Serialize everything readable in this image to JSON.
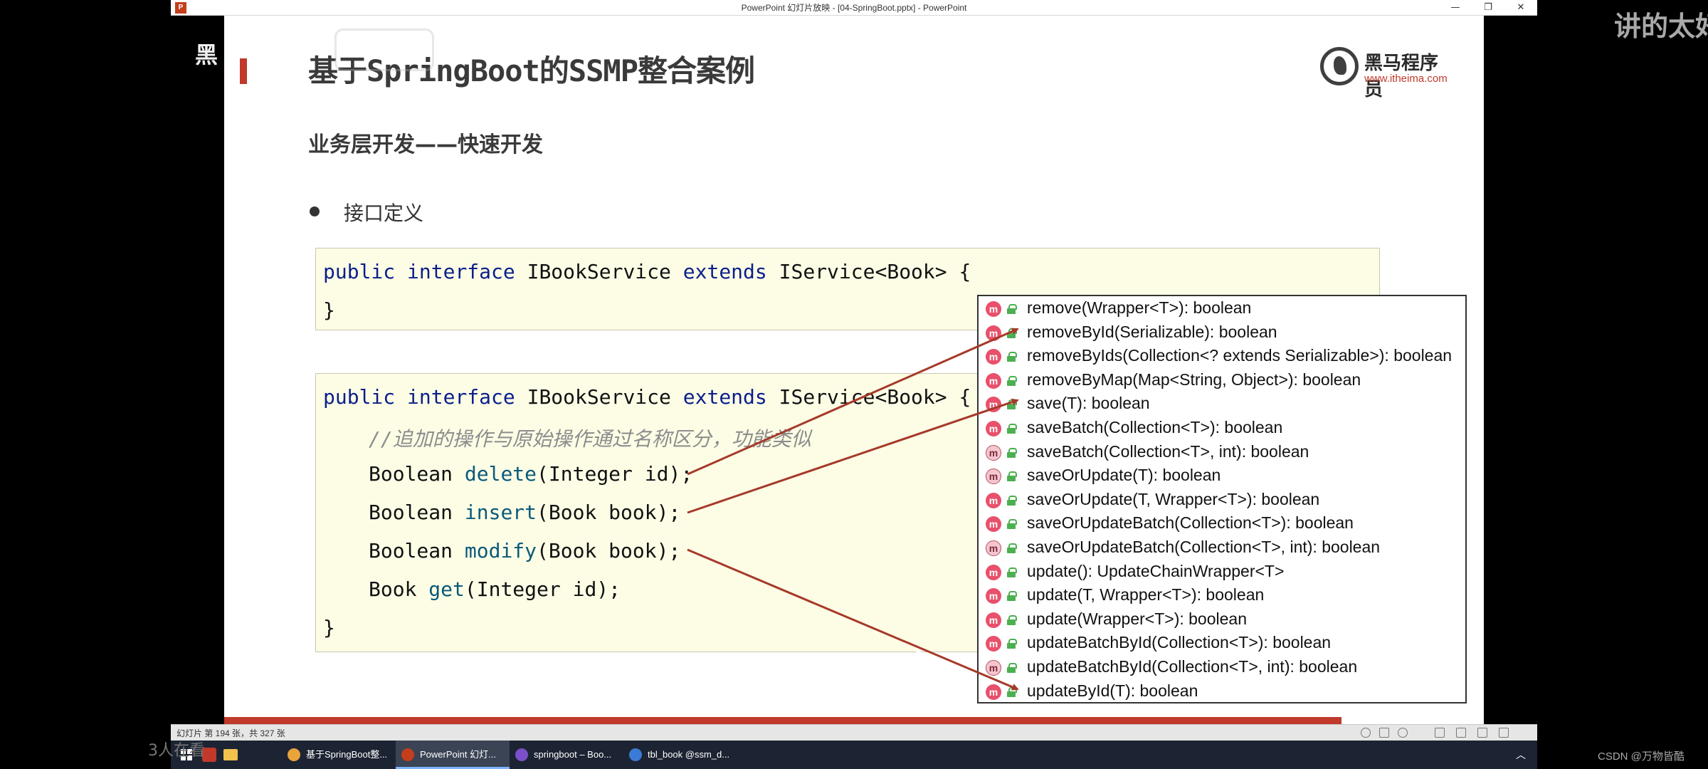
{
  "window": {
    "title": "PowerPoint 幻灯片放映 - [04-SpringBoot.pptx] - PowerPoint",
    "app_icon_letter": "P",
    "controls": {
      "minimize": "—",
      "restore": "❐",
      "close": "✕"
    }
  },
  "slide": {
    "title": "基于SpringBoot的SSMP整合案例",
    "logo_name": "黑马程序员",
    "logo_url": "www.itheima.com",
    "subtitle": "业务层开发——快速开发",
    "bullet": "接口定义",
    "code1": {
      "kw1": "public",
      "kw2": "interface",
      "name": "IBookService",
      "kw3": "extends",
      "parent": "IService<Book> {",
      "close": "}"
    },
    "code2": {
      "kw1": "public",
      "kw2": "interface",
      "name": "IBookService",
      "kw3": "extends",
      "parent": "IService<Book> {",
      "comment": "//追加的操作与原始操作通过名称区分，功能类似",
      "lines": [
        {
          "type": "Boolean",
          "method": "delete",
          "params": "(Integer id);"
        },
        {
          "type": "Boolean",
          "method": "insert",
          "params": "(Book book);"
        },
        {
          "type": "Boolean",
          "method": "modify",
          "params": "(Book book);"
        },
        {
          "type": "Book",
          "method": "get",
          "params": "(Integer id);"
        }
      ],
      "close": "}"
    }
  },
  "completion": {
    "icon_label": "m",
    "items": [
      {
        "text": "remove(Wrapper<T>): boolean",
        "abstract": false
      },
      {
        "text": "removeById(Serializable): boolean",
        "abstract": false
      },
      {
        "text": "removeByIds(Collection<? extends Serializable>): boolean",
        "abstract": false
      },
      {
        "text": "removeByMap(Map<String, Object>): boolean",
        "abstract": false
      },
      {
        "text": "save(T): boolean",
        "abstract": false
      },
      {
        "text": "saveBatch(Collection<T>): boolean",
        "abstract": false
      },
      {
        "text": "saveBatch(Collection<T>, int): boolean",
        "abstract": true
      },
      {
        "text": "saveOrUpdate(T): boolean",
        "abstract": true
      },
      {
        "text": "saveOrUpdate(T, Wrapper<T>): boolean",
        "abstract": false
      },
      {
        "text": "saveOrUpdateBatch(Collection<T>): boolean",
        "abstract": false
      },
      {
        "text": "saveOrUpdateBatch(Collection<T>, int): boolean",
        "abstract": true
      },
      {
        "text": "update(): UpdateChainWrapper<T>",
        "abstract": false
      },
      {
        "text": "update(T, Wrapper<T>): boolean",
        "abstract": false
      },
      {
        "text": "update(Wrapper<T>): boolean",
        "abstract": false
      },
      {
        "text": "updateBatchById(Collection<T>): boolean",
        "abstract": false
      },
      {
        "text": "updateBatchById(Collection<T>, int): boolean",
        "abstract": true
      },
      {
        "text": "updateById(T): boolean",
        "abstract": false
      }
    ]
  },
  "statusbar": {
    "slide_status": "幻灯片 第 194 张，共 327 张"
  },
  "taskbar": {
    "items": [
      {
        "label": "基于SpringBoot整...",
        "icon_color": "#e8a33b",
        "active": false
      },
      {
        "label": "PowerPoint 幻灯...",
        "icon_color": "#c43e1c",
        "active": true
      },
      {
        "label": "springboot – Boo...",
        "icon_color": "#7b4fc9",
        "active": false
      },
      {
        "label": "tbl_book @ssm_d...",
        "icon_color": "#3a7bd5",
        "active": false
      }
    ],
    "tray_chevron": "︿"
  },
  "overlays": {
    "right_caption": "讲的太好",
    "left_caption": "黑",
    "bottom_caption": "3人在看",
    "csdn": "CSDN @万物皆酷"
  },
  "colors": {
    "accent": "#c0392b",
    "arrow": "#a63a2a",
    "code_bg": "#fdfde6",
    "keyword": "#0a1f8a"
  }
}
